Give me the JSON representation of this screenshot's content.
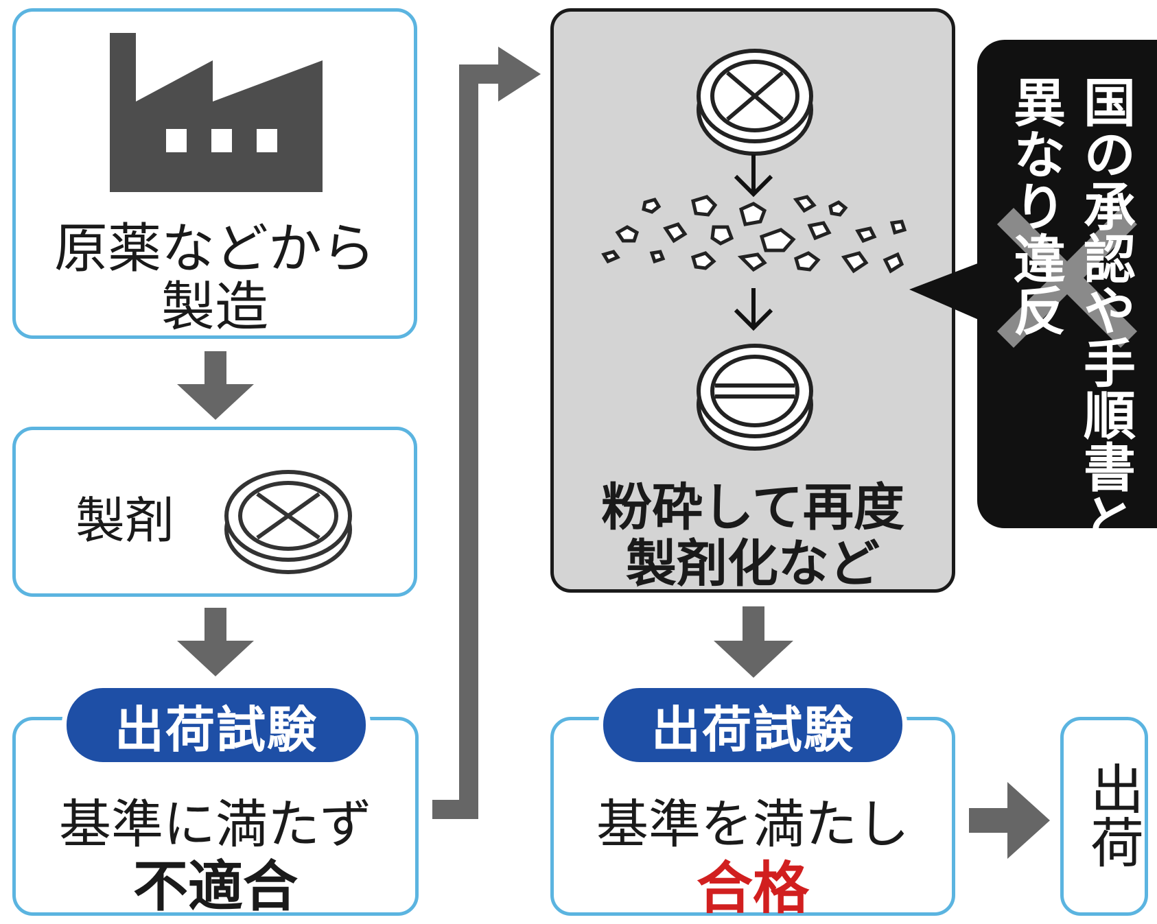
{
  "step1": {
    "line1": "原薬などから",
    "line2": "製造",
    "icon": "factory-icon"
  },
  "step2": {
    "label": "製剤",
    "icon": "tablet-icon"
  },
  "step3": {
    "test_label": "出荷試験",
    "line1": "基準に満たず",
    "line2": "不適合"
  },
  "rework": {
    "line1": "粉砕して再度",
    "line2": "製剤化など",
    "icons": [
      "tablet-icon",
      "crushed-powder-icon",
      "scored-tablet-icon"
    ]
  },
  "callout": {
    "col1": "国の承認や手順書と",
    "col2": "異なり違反"
  },
  "step4": {
    "test_label": "出荷試験",
    "line1": "基準を満たし",
    "line2": "合格"
  },
  "ship": {
    "label": "出荷"
  },
  "colors": {
    "box_border": "#5bb4e0",
    "pill_blue": "#1e4fa6",
    "arrow_gray": "#666666",
    "rework_bg": "#d4d4d4",
    "pass_red": "#d11f1f",
    "callout_bg": "#111111"
  }
}
